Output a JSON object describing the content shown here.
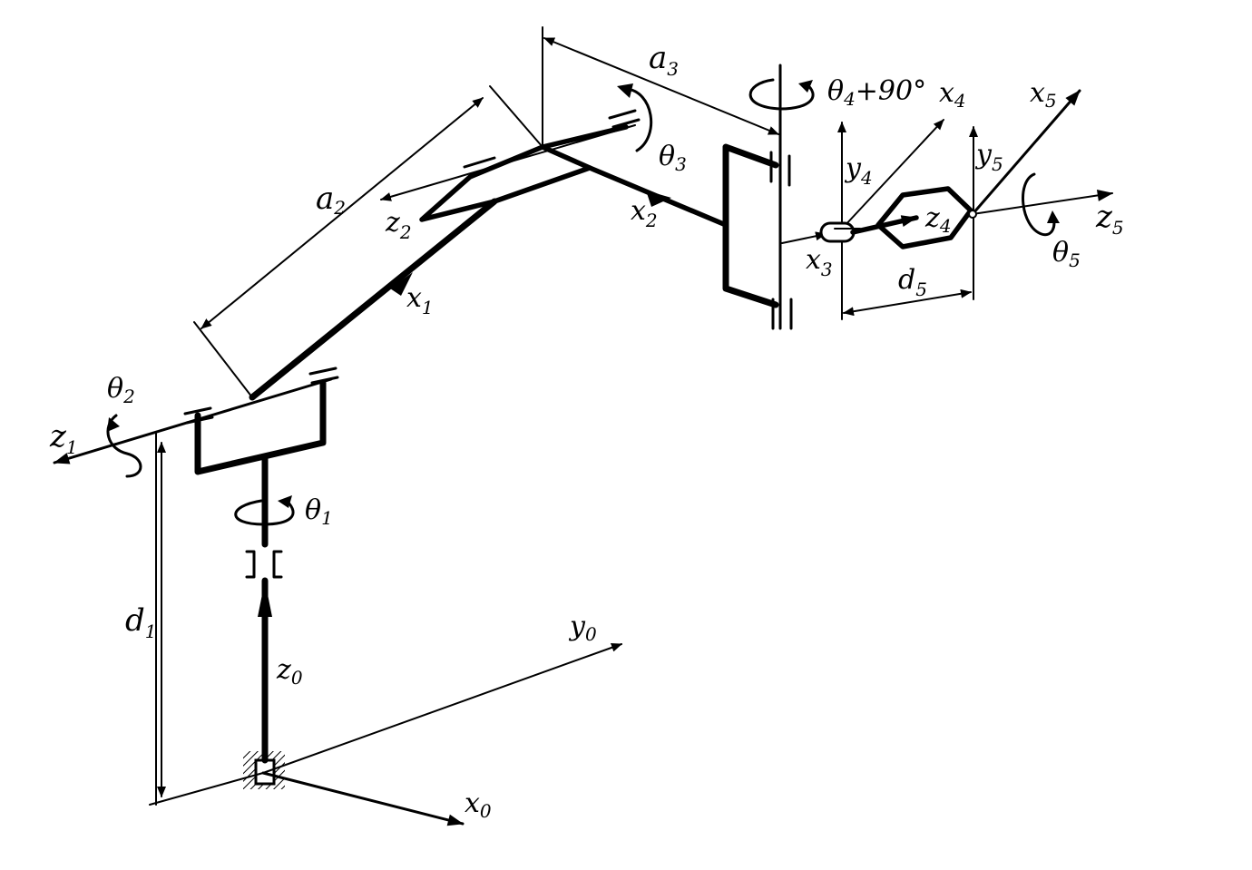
{
  "diagram": {
    "colors": {
      "ink": "#000000",
      "background": "#ffffff"
    },
    "labels": {
      "z0": {
        "main": "z",
        "sub": "0"
      },
      "y0": {
        "main": "y",
        "sub": "0"
      },
      "x0": {
        "main": "x",
        "sub": "0"
      },
      "d1": {
        "main": "d",
        "sub": "1"
      },
      "z1": {
        "main": "z",
        "sub": "1"
      },
      "theta1": {
        "main": "θ",
        "sub": "1"
      },
      "theta2": {
        "main": "θ",
        "sub": "2"
      },
      "x1": {
        "main": "x",
        "sub": "1"
      },
      "a2": {
        "main": "a",
        "sub": "2"
      },
      "z2": {
        "main": "z",
        "sub": "2"
      },
      "a3": {
        "main": "a",
        "sub": "3"
      },
      "theta3": {
        "main": "θ",
        "sub": "3"
      },
      "x2": {
        "main": "x",
        "sub": "2"
      },
      "theta4": {
        "main": "θ",
        "sub": "4",
        "suffix": "+90°"
      },
      "x3": {
        "main": "x",
        "sub": "3"
      },
      "y4": {
        "main": "y",
        "sub": "4"
      },
      "x4": {
        "main": "x",
        "sub": "4"
      },
      "z4": {
        "main": "z",
        "sub": "4"
      },
      "d5": {
        "main": "d",
        "sub": "5"
      },
      "y5": {
        "main": "y",
        "sub": "5"
      },
      "x5": {
        "main": "x",
        "sub": "5"
      },
      "z5": {
        "main": "z",
        "sub": "5"
      },
      "theta5": {
        "main": "θ",
        "sub": "5"
      }
    }
  }
}
